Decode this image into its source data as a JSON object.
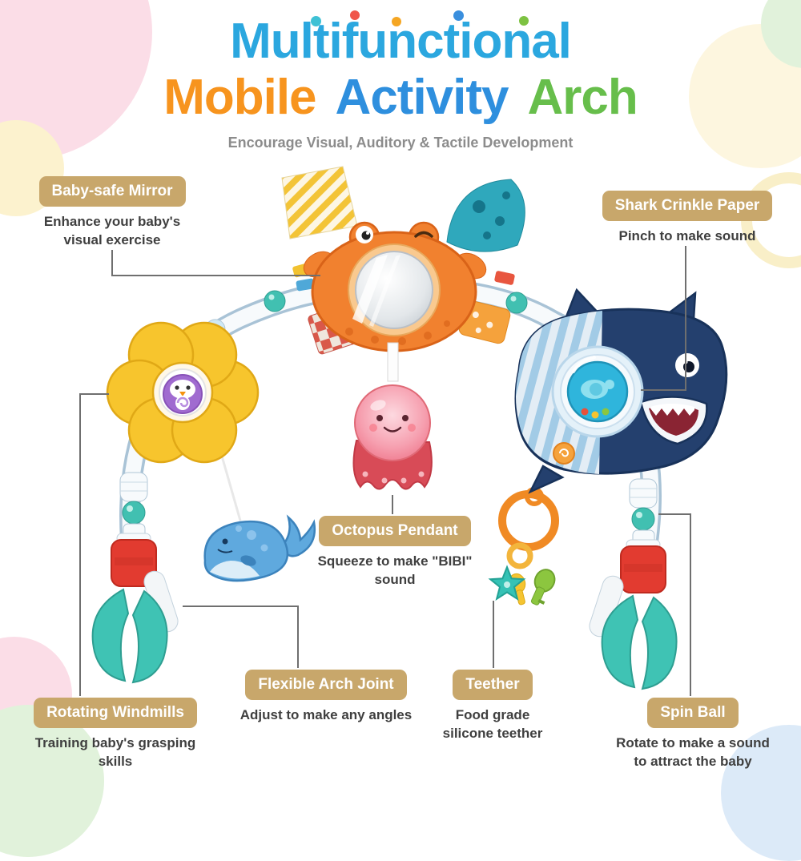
{
  "title": {
    "line1": "Multifunctional",
    "word1": "Mobile",
    "word2": "Activity",
    "word3": "Arch",
    "subtitle": "Encourage Visual, Auditory & Tactile Development"
  },
  "colors": {
    "line1_blue": "#2BA7DF",
    "mobile_orange": "#F7941E",
    "activity_blue": "#2E8FDE",
    "arch_green": "#67BE4B",
    "callout_bg": "#C8A76B",
    "desc_text": "#3F3F3F"
  },
  "callouts": {
    "mirror": {
      "label": "Baby-safe Mirror",
      "desc": "Enhance your baby's visual exercise"
    },
    "shark": {
      "label": "Shark Crinkle Paper",
      "desc": "Pinch to make sound"
    },
    "octopus": {
      "label": "Octopus Pendant",
      "desc": "Squeeze to make \"BIBI\" sound"
    },
    "windmill": {
      "label": "Rotating Windmills",
      "desc": "Training baby's grasping skills"
    },
    "arch_joint": {
      "label": "Flexible Arch Joint",
      "desc": "Adjust to make any angles"
    },
    "teether": {
      "label": "Teether",
      "desc": "Food grade silicone teether"
    },
    "spin_ball": {
      "label": "Spin Ball",
      "desc": "Rotate to make a sound to attract the baby"
    }
  },
  "illustration": {
    "parts": [
      "arch-tube",
      "crab-with-mirror",
      "yellow-windmill",
      "shark-with-spin-ball",
      "octopus-pendant",
      "whale-teether",
      "key-teether",
      "clamp-left",
      "clamp-right"
    ]
  }
}
